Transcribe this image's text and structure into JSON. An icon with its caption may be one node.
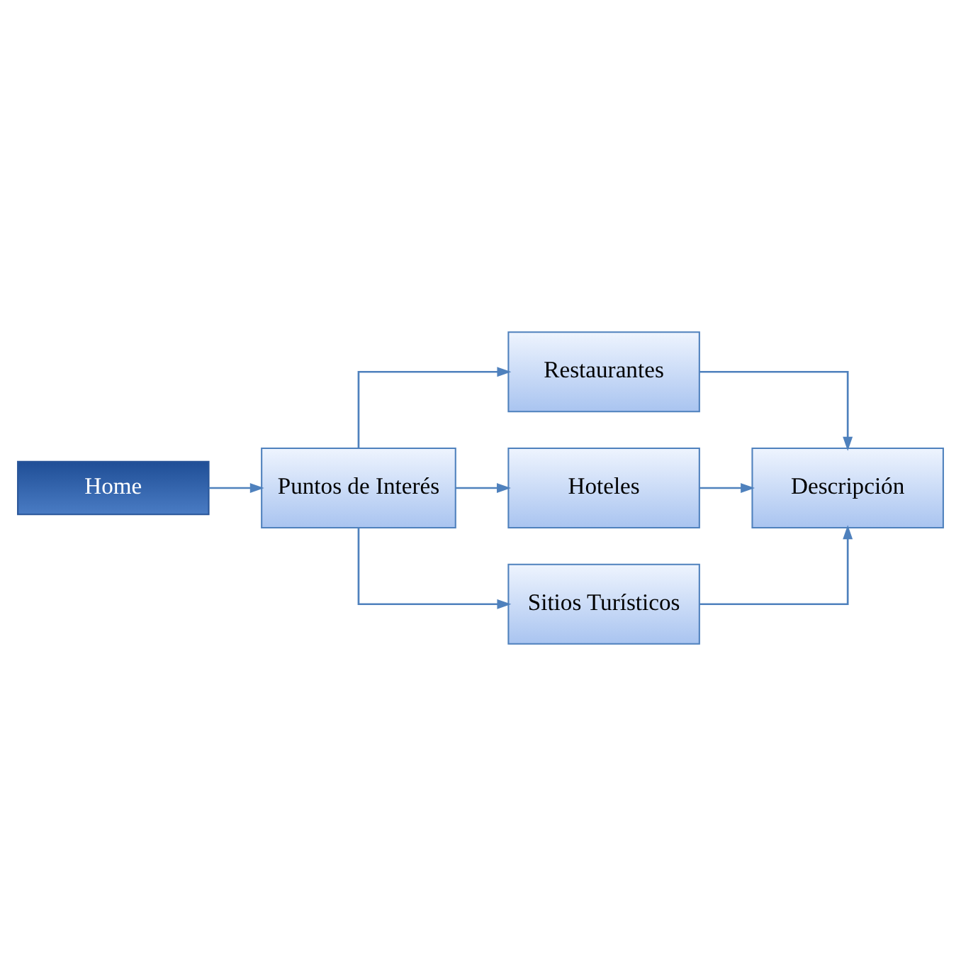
{
  "diagram": {
    "nodes": [
      {
        "text": [
          "Home"
        ]
      },
      {
        "text": [
          "Puntos de Interés"
        ]
      },
      {
        "text": [
          "Restaurantes"
        ]
      },
      {
        "text": [
          "Hoteles"
        ]
      },
      {
        "text": [
          "Sitios Turísticos"
        ]
      },
      {
        "text": [
          "Descripción"
        ]
      }
    ],
    "edges": [
      {
        "from": 0,
        "to": 1,
        "arrow": "to"
      },
      {
        "from": 1,
        "to": 2,
        "arrow": "to"
      },
      {
        "from": 1,
        "to": 3,
        "arrow": "to"
      },
      {
        "from": 1,
        "to": 4,
        "arrow": "to"
      },
      {
        "from": 2,
        "to": 5,
        "arrow": "to"
      },
      {
        "from": 3,
        "to": 5,
        "arrow": "to"
      },
      {
        "from": 4,
        "to": 5,
        "arrow": "to"
      }
    ]
  }
}
